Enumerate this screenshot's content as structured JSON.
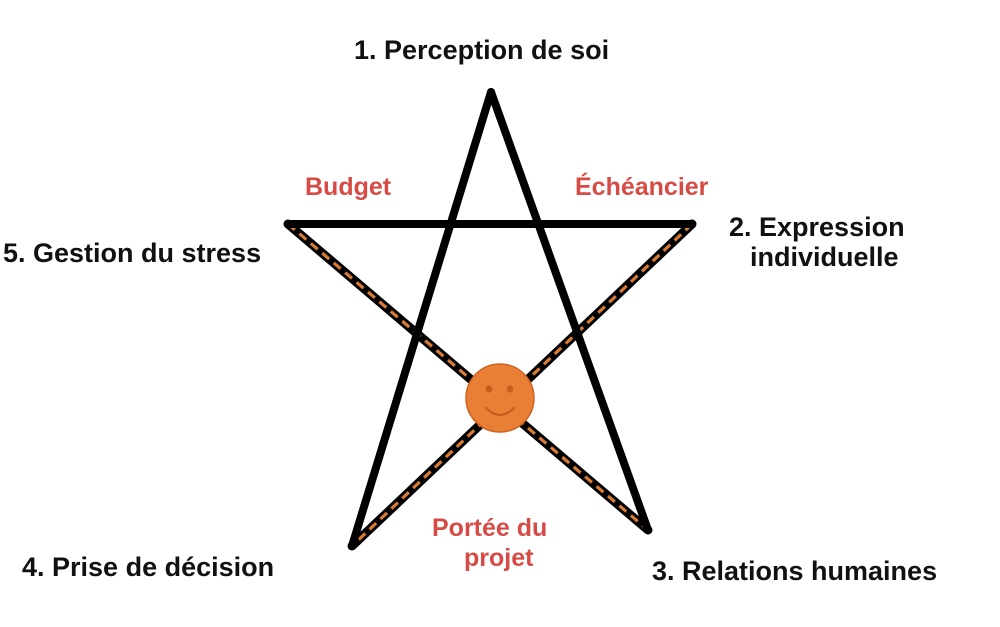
{
  "diagram": {
    "points": {
      "perception": "1. Perception de soi",
      "expression_line1": "2. Expression",
      "expression_line2": "individuelle",
      "relations": "3. Relations humaines",
      "decision": "4. Prise de décision",
      "stress": "5. Gestion du stress"
    },
    "constraints": {
      "budget": "Budget",
      "timeline": "Échéancier",
      "scope_line1": "Portée du",
      "scope_line2": "projet"
    },
    "colors": {
      "star": "#000000",
      "dashed_line_outer": "#000000",
      "dashed_line_inner": "#d77a34",
      "smiley": "#e97f35",
      "constraint_text": "#d64b45"
    },
    "icons": {
      "center": "smiley-face-icon"
    }
  }
}
